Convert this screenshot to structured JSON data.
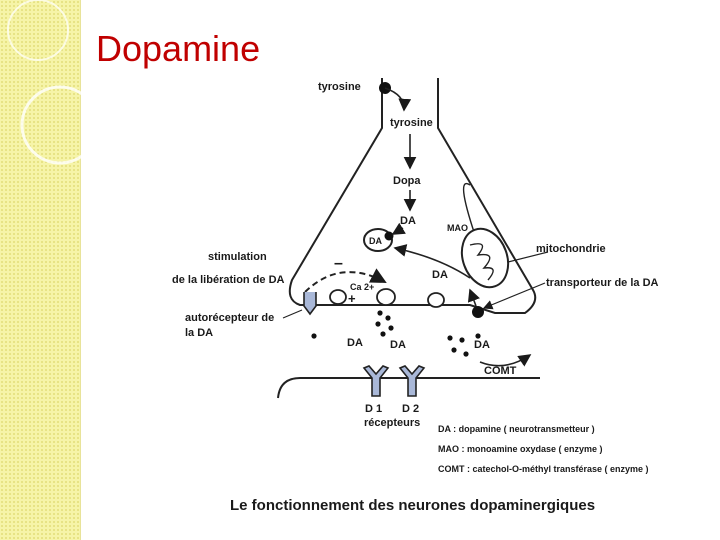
{
  "slide": {
    "title": "Dopamine"
  },
  "diagram": {
    "labels": {
      "tyrosine_outside": "tyrosine",
      "tyrosine_inside": "tyrosine",
      "dopa": "Dopa",
      "da_top": "DA",
      "da_vesicle": "DA",
      "mao": "MAO",
      "da_mid": "DA",
      "mitochondrie": "mitochondrie",
      "transporteur": "transporteur de la DA",
      "stimulation_line1": "stimulation",
      "stimulation_line2": "de la libération de DA",
      "minus": "–",
      "calcium": "Ca 2+",
      "plus": "+",
      "autorecepteur_line1": "autorécepteur de",
      "autorecepteur_line2": "la DA",
      "da_cleft1": "DA",
      "da_cleft2": "DA",
      "da_cleft3": "DA",
      "comt": "COMT",
      "d1": "D 1",
      "d2": "D 2",
      "recepteurs": "récepteurs"
    },
    "legend": [
      "DA : dopamine ( neurotransmetteur )",
      "MAO : monoamine oxydase   ( enzyme )",
      "COMT : catechol-O-méthyl transférase   ( enzyme )"
    ],
    "caption": "Le fonctionnement des neurones dopaminergiques"
  },
  "colors": {
    "title": "#c00000",
    "band": "#f6f4a8",
    "receptor": "#a9b8d8"
  }
}
